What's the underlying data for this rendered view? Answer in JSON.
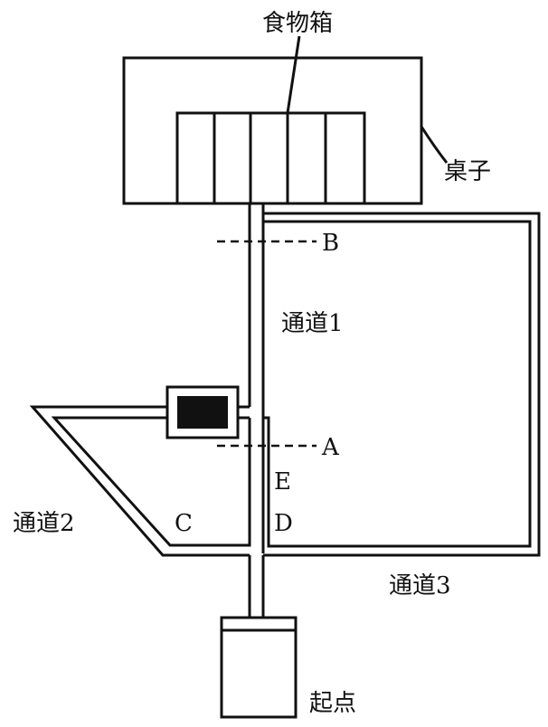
{
  "labels": {
    "food_box": "食物箱",
    "table": "桌子",
    "start": "起点",
    "channel1": "通道1",
    "channel2": "通道2",
    "channel3": "通道3",
    "point_a": "A",
    "point_b": "B",
    "point_c": "C",
    "point_d": "D",
    "point_e": "E"
  },
  "colors": {
    "line": "#111111",
    "background": "#ffffff",
    "gate": "#111111"
  },
  "food_box_compartments": 5
}
